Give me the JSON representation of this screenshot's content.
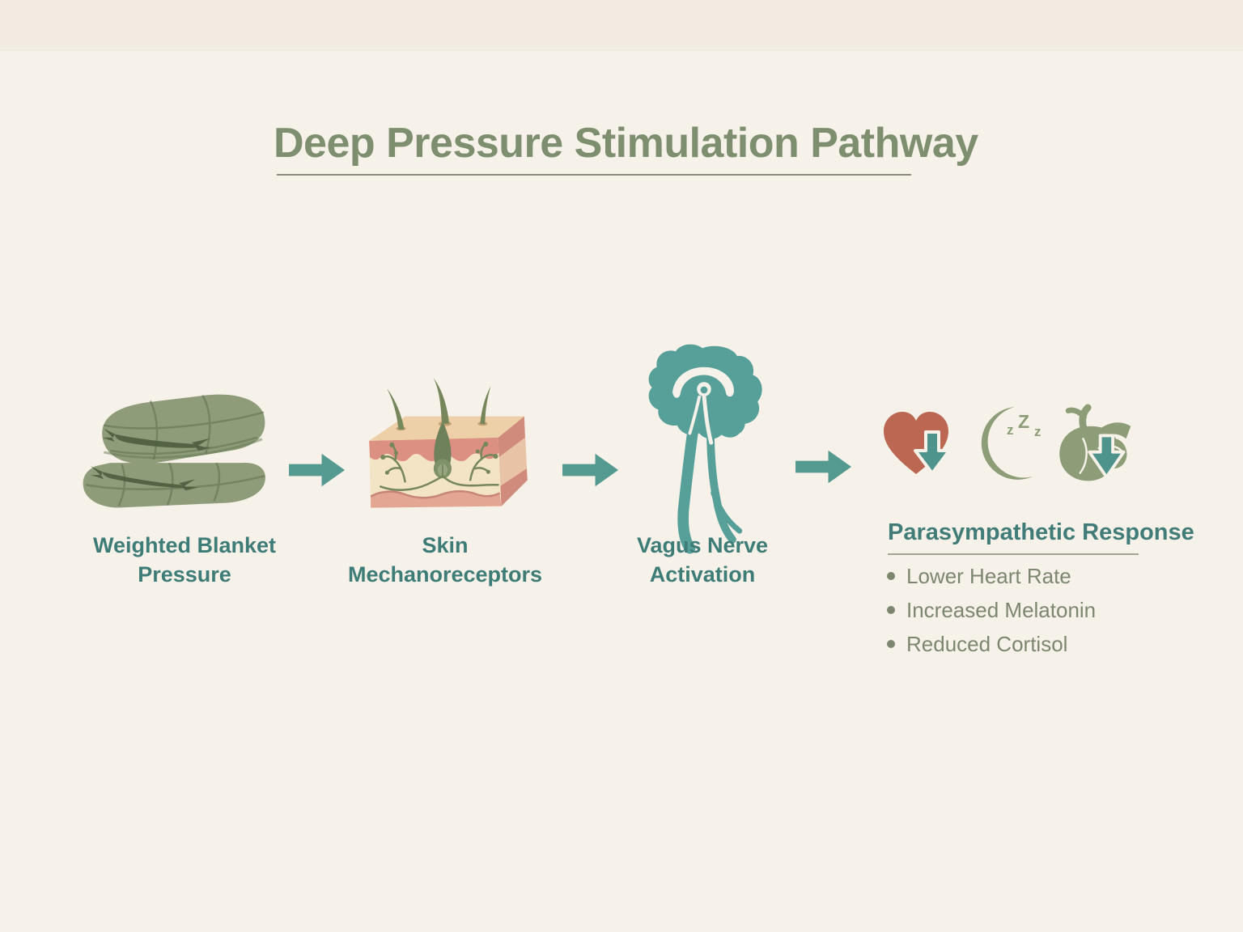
{
  "title": {
    "text": "Deep Pressure Stimulation Pathway"
  },
  "steps": [
    {
      "line1": "Weighted Blanket",
      "line2": "Pressure",
      "icon": "weighted-blanket-icon"
    },
    {
      "line1": "Skin",
      "line2": "Mechanoreceptors",
      "icon": "skin-cross-section-icon"
    },
    {
      "line1": "Vagus Nerve",
      "line2": "Activation",
      "icon": "brain-vagus-nerve-icon"
    }
  ],
  "response": {
    "heading": "Parasympathetic Response",
    "bullets": [
      "Lower Heart Rate",
      "Increased Melatonin",
      "Reduced Cortisol"
    ],
    "zzz": [
      "z",
      "Z",
      "z"
    ],
    "icons": [
      "heart-rate-down-icon",
      "moon-sleep-zzz-icon",
      "anatomical-heart-down-icon"
    ]
  },
  "flow": {
    "arrow_icon": "arrow-right-icon",
    "arrow_count": 3
  },
  "colors": {
    "background": "#f6f1e9",
    "top_band": "#f1ebe2",
    "title_green": "#7e8f70",
    "label_teal": "#3e7c77",
    "heading_teal": "#417c78",
    "bullet_text": "#7d8770",
    "arrow_teal": "#549a91",
    "blanket_green": "#8e9c7a",
    "blanket_crease": "#4d5d3e",
    "skin_top": "#eed0a8",
    "skin_pink": "#dc9082",
    "skin_cream": "#f4e4c6",
    "nerve_green": "#76875b",
    "heart_red": "#bc6751",
    "icon_green": "#8d9d78"
  }
}
